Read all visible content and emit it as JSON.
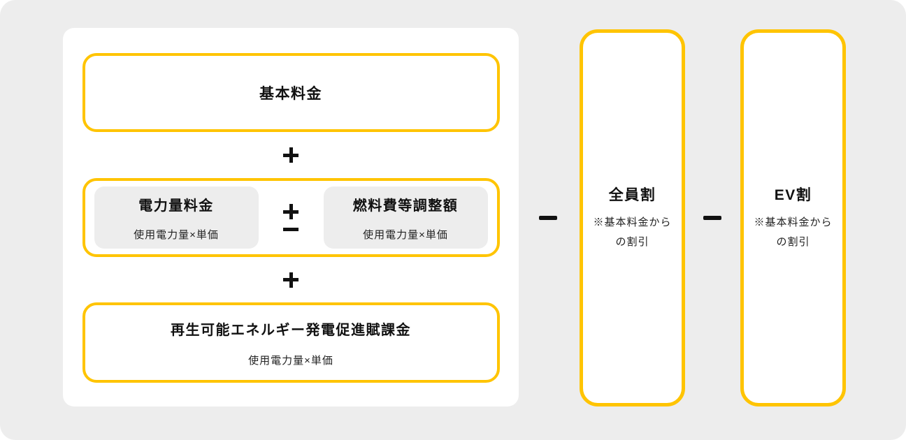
{
  "colors": {
    "accent_yellow": "#FFC400",
    "card_background": "#EDEDED",
    "subbox_gray": "#EDEDED",
    "text_dark": "#111111",
    "box_white": "#FFFFFF"
  },
  "formula": {
    "basic_fee": {
      "title": "基本料金"
    },
    "usage_group": {
      "energy_charge": {
        "title": "電力量料金",
        "subtitle": "使用電力量×単価"
      },
      "fuel_adjustment": {
        "title": "燃料費等調整額",
        "subtitle": "使用電力量×単価"
      }
    },
    "renewable_levy": {
      "title": "再生可能エネルギー発電促進賦課金",
      "subtitle": "使用電力量×単価"
    }
  },
  "discounts": [
    {
      "title": "全員割",
      "note_line1": "※基本料金から",
      "note_line2": "の割引"
    },
    {
      "title": "EV割",
      "note_line1": "※基本料金から",
      "note_line2": "の割引"
    }
  ]
}
